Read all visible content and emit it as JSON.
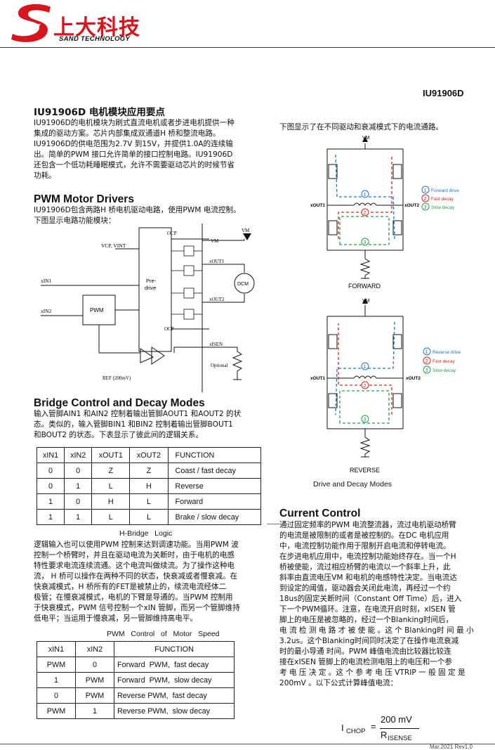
{
  "header": {
    "brand_cn": "上大科技",
    "brand_en": "SAND TECHNOLOGY",
    "part_number": "IU91906D"
  },
  "intro": {
    "title": "IU91906D 电机模块应用要点",
    "lines": [
      "IU91906D的电机模块为刷式直流电机或者步进电机提供一种",
      "集成的驱动方案。芯片内部集成双通道H 桥和整流电路。",
      "IU91906D的供电范围为2.7V 到15V，并提供1.0A的连续输",
      "出。简单的PWM 接口允许简单的接口控制电路。IU91906D",
      "还包含一个低功耗睡眠模式，允许不需要驱动芯片的时候节省",
      "功耗。"
    ]
  },
  "pwm_section": {
    "title": "PWM Motor Drivers",
    "lines": [
      "IU91906D包含两路H 桥电机驱动电路，使用PWM 电流控制。",
      "下图显示电路功能模块："
    ]
  },
  "block_diagram": {
    "labels": {
      "vcp": "VCP, VINT",
      "xin1": "xIN1",
      "xin2": "xIN2",
      "pwm": "PWM",
      "predrive_1": "Pre-",
      "predrive_2": "drive",
      "ocp1": "OCP",
      "ocp2": "OCP",
      "vm": "VM",
      "vm2": "VM",
      "xout1": "xOUT1",
      "xout2": "xOUT2",
      "dcm": "DCM",
      "xisen": "xISEN",
      "optional": "Optional",
      "ref": "REF (200mV)"
    }
  },
  "bridge_section": {
    "title": "Bridge Control and Decay Modes",
    "lines": [
      "输入管脚AIN1 和AIN2 控制着输出管脚AOUT1 和AOUT2 的状",
      "态。类似的，输入管脚BIN1 和BIN2 控制着输出管脚BOUT1",
      "和BOUT2 的状态。下表显示了彼此间的逻辑关系。"
    ],
    "table": {
      "headers": [
        "xIN1",
        "xIN2",
        "xOUT1",
        "xOUT2",
        "FUNCTION"
      ],
      "rows": [
        [
          "0",
          "0",
          "Z",
          "Z",
          "Coast / fast decay"
        ],
        [
          "0",
          "1",
          "L",
          "H",
          "Reverse"
        ],
        [
          "1",
          "0",
          "H",
          "L",
          "Forward"
        ],
        [
          "1",
          "1",
          "L",
          "L",
          "Brake / slow decay"
        ]
      ],
      "caption": "H-Bridge   Logic"
    },
    "after_lines": [
      "逻辑输入也可以使用PWM 控制来达到调速功能。当用PWM 波",
      "控制一个桥臂时，并且在驱动电流为关断时，由于电机的电感",
      "特性要求电流连续流通。这个电流叫做续流。为了操作这种电",
      "流， H 桥可以操作在两种不同的状态，快衰减或者慢衰减。在",
      "快衰减模式，H 桥所有的FET是被禁止的，续流电流经体二",
      "极管；在慢衰减模式，电机的下臂是导通的。当PWM 控制用",
      "于快衰模式，PWM 信号控制一个xIN 管脚，而另一个管脚维持",
      "低电平；当运用于慢衰减，另一管脚维持高电平。"
    ]
  },
  "speed_table": {
    "caption": "PWM   Control   of   Motor   Speed",
    "headers": [
      "xIN1",
      "xIN2",
      "FUNCTION"
    ],
    "rows": [
      [
        "PWM",
        "0",
        "Forward  PWM,  fast decay"
      ],
      [
        "1",
        "PWM",
        "Forward  PWM,  slow decay"
      ],
      [
        "0",
        "PWM",
        "Reverse PWM,  fast decay"
      ],
      [
        "PWM",
        "1",
        "Reverse PWM,  slow decay"
      ]
    ]
  },
  "right_column": {
    "intro_line": "下图显示了在不同驱动和衰减模式下的电流通路。",
    "forward": {
      "vm": "VM",
      "xout1": "xOUT1",
      "xout2": "xOUT2",
      "legend": [
        "Forward drive",
        "Fast decay",
        "Slow decay"
      ],
      "nums": [
        "1",
        "2",
        "3"
      ],
      "label": "FORWARD"
    },
    "reverse": {
      "vm": "VM",
      "xout1": "xOUT1",
      "xout2": "xOUT2",
      "legend": [
        "Reverse drive",
        "Fast decay",
        "Slow decay"
      ],
      "nums": [
        "1",
        "2",
        "3"
      ],
      "label": "REVERSE"
    },
    "figure_caption": "Drive and Decay Modes"
  },
  "current_section": {
    "title": "Current Control",
    "lines": [
      "通过固定频率的PWM 电流整流器，流过电机驱动桥臂",
      "的电流是被限制的或者是被控制的。在DC 电机应用",
      "中，电流控制功能作用于限制开启电流和停转电流。",
      "在步进电机应用中，电流控制功能始终存在。当一个H",
      "桥被使能，流过相应桥臂的电流以一个斜率上升，此",
      "斜率由直流电压VM 和电机的电感特性决定。当电流达",
      "到设定的阈值，驱动器会关闭此电流，再经过一个约",
      "18us的固定关断时间（Constant Off Time）后，进入",
      "下一个PWM循环。注意，在电流开启时刻，xISEN 管",
      "脚上的电压是被忽略的，经过一个Blanking时间后，",
      "电 流 检 测 电 路 才 被 使 能 。这 个 Blanking时 间 最 小",
      "3.2us。这个Blanking时间同时决定了在操作电流衰减",
      "时的最小导通 时间。PWM 峰值电流由比较器比较连",
      "接在xISEN 管脚上的电流检测电阻上的电压和一个参",
      "考 电 压 决 定 。这 个 参 考 电 压 VTRIP 一 般 固 定 是",
      "200mV 。以下公式计算峰值电流："
    ],
    "formula": {
      "lhs_main": "I",
      "lhs_sub": "CHOP",
      "eq": "=",
      "num": "200 mV",
      "den_main": "R",
      "den_sub": "ISENSE"
    }
  },
  "footer": {
    "date": "Mar.2021 Rev1.0"
  },
  "colors": {
    "brand_red": "#d8141c",
    "drive_blue": "#1a74d0",
    "fast_red": "#e0201c",
    "slow_green": "#22a04a"
  }
}
